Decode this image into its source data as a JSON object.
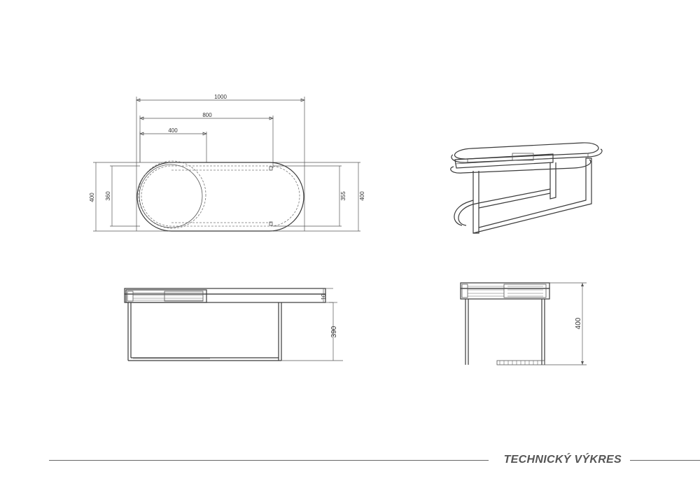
{
  "title": "TECHNICKÝ VÝKRES",
  "top_view": {
    "dims": {
      "width_total": "1000",
      "width_800": "800",
      "width_400": "400",
      "height_left_outer": "400",
      "height_left_inner": "360",
      "height_right_inner": "355",
      "height_right_outer": "400"
    }
  },
  "front_view": {
    "dims": {
      "top_thickness": "10",
      "leg_height": "390"
    }
  },
  "side_view": {
    "dims": {
      "total_height": "400"
    }
  },
  "colors": {
    "line": "#3a3a3a",
    "title": "#555555"
  }
}
